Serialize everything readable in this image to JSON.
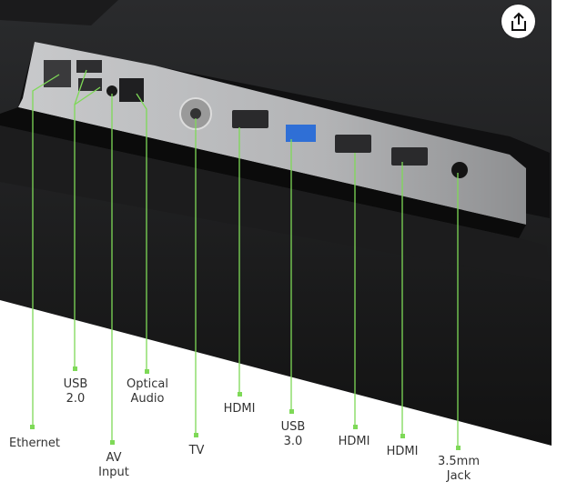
{
  "share_button": {
    "icon": "share-icon"
  },
  "accent_color": "#7ed957",
  "ports": [
    {
      "label": "Ethernet"
    },
    {
      "label": "USB\n2.0"
    },
    {
      "label": "AV\nInput"
    },
    {
      "label": "Optical\nAudio"
    },
    {
      "label": "TV"
    },
    {
      "label": "HDMI"
    },
    {
      "label": "USB\n3.0"
    },
    {
      "label": "HDMI"
    },
    {
      "label": "HDMI"
    },
    {
      "label": "3.5mm\nJack"
    }
  ]
}
